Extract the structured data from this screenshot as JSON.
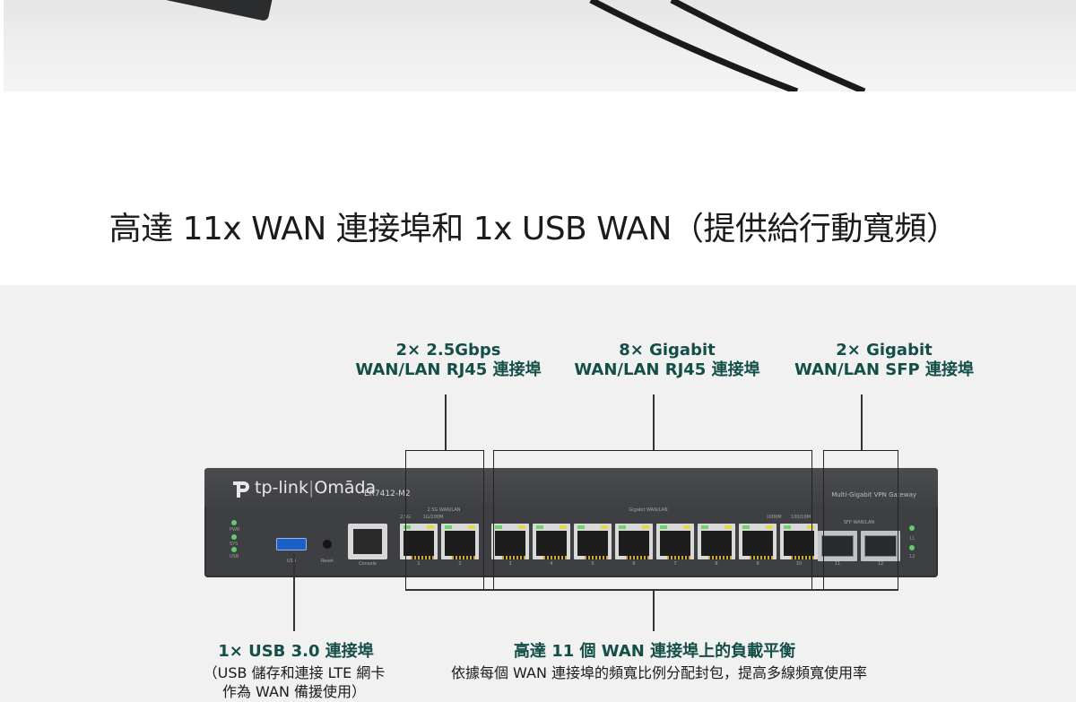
{
  "headline": "高達 11x WAN 連接埠和 1x USB WAN（提供給行動寬頻）",
  "callouts": {
    "rj45_25g": {
      "line1": "2× 2.5Gbps",
      "line2": "WAN/LAN RJ45 連接埠"
    },
    "rj45_gig": {
      "line1": "8× Gigabit",
      "line2": "WAN/LAN RJ45 連接埠"
    },
    "sfp_gig": {
      "line1": "2× Gigabit",
      "line2": "WAN/LAN SFP 連接埠"
    },
    "usb": {
      "title": "1× USB 3.0 連接埠",
      "line1": "（USB 儲存和連接 LTE 網卡",
      "line2": "作為 WAN 備援使用）"
    },
    "balance": {
      "title": "高達 11 個 WAN 連接埠上的負載平衡",
      "desc": "依據每個 WAN 連接埠的頻寬比例分配封包，提高多線頻寬使用率"
    }
  },
  "router": {
    "brand": "tp-link",
    "series": "Omāda",
    "model": "ER7412-M2",
    "type_label": "Multi-Gigabit VPN Gateway",
    "leds": [
      "PWR",
      "SYS",
      "USB"
    ],
    "labels": {
      "usb": "USB",
      "reset": "Reset",
      "console": "Console"
    },
    "group_labels": {
      "g25": "2.5G WAN/LAN",
      "speed25": "2.5G",
      "speed1g": "1G/100M",
      "gig": "Gigabit WAN/LAN",
      "speed1000": "1000M",
      "speed10": "100/10M",
      "sfp": "SFP WAN/LAN"
    },
    "port_numbers": [
      "1",
      "2",
      "3",
      "4",
      "5",
      "6",
      "7",
      "8",
      "9",
      "10",
      "11",
      "12"
    ],
    "side_numbers": [
      "11",
      "12"
    ]
  },
  "colors": {
    "accent": "#134e48",
    "router_body": "#3d3f42",
    "panel": "#f1f1f1",
    "usb_blue": "#1c5fc6",
    "led_green": "#66c96b",
    "led_yellow": "#e3d84c"
  }
}
